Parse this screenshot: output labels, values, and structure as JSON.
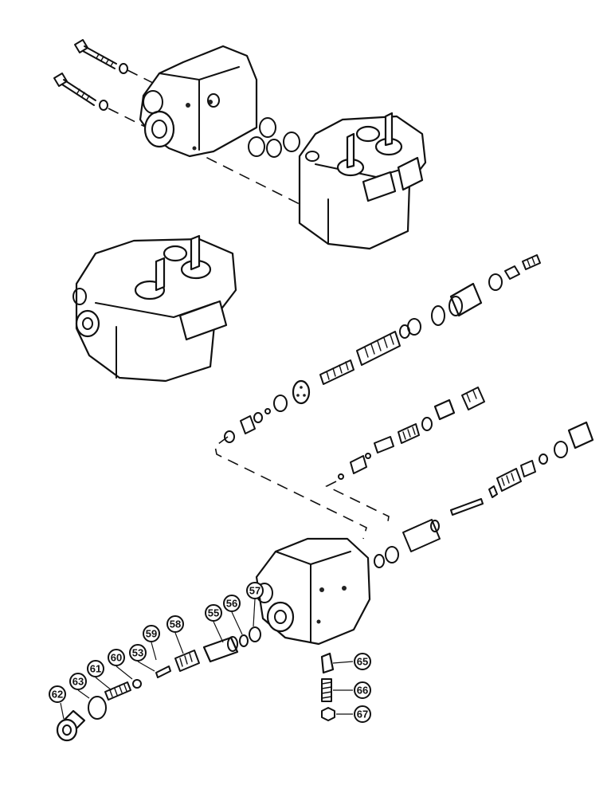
{
  "diagram": {
    "callouts": [
      {
        "id": "c53",
        "label": "53"
      },
      {
        "id": "c55",
        "label": "55"
      },
      {
        "id": "c56",
        "label": "56"
      },
      {
        "id": "c57",
        "label": "57"
      },
      {
        "id": "c58",
        "label": "58"
      },
      {
        "id": "c59",
        "label": "59"
      },
      {
        "id": "c60",
        "label": "60"
      },
      {
        "id": "c61",
        "label": "61"
      },
      {
        "id": "c62",
        "label": "62"
      },
      {
        "id": "c63",
        "label": "63"
      },
      {
        "id": "c65",
        "label": "65"
      },
      {
        "id": "c66",
        "label": "66"
      },
      {
        "id": "c67",
        "label": "67"
      }
    ]
  }
}
